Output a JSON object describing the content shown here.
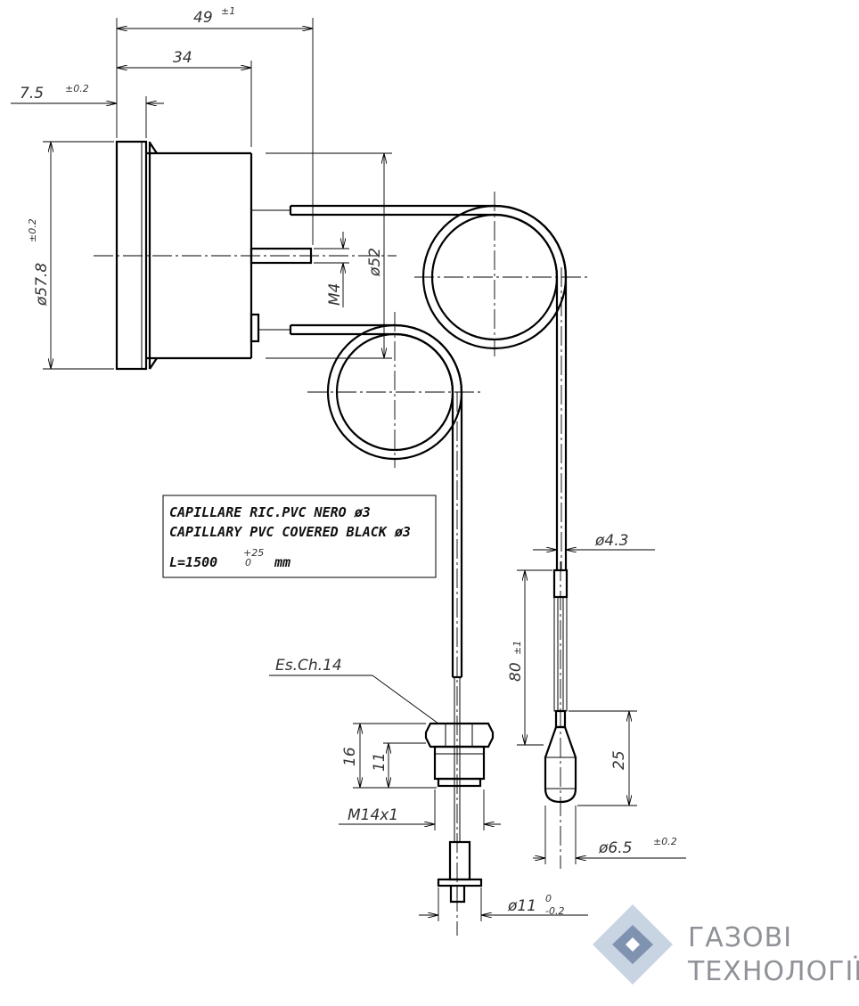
{
  "dimensions": {
    "overall_length": "49",
    "overall_length_tol": "±1",
    "body_depth": "34",
    "bezel": "7.5",
    "bezel_tol": "±0.2",
    "case_diameter": "ø57.8",
    "case_diameter_tol": "±0.2",
    "bolt_circle": "ø52",
    "stud_thread": "M4",
    "capillary_diameter": "ø4.3",
    "bulb_length": "80",
    "bulb_length_tol": "±1",
    "bulb_tip": "25",
    "bulb_diameter": "ø6.5",
    "bulb_diameter_tol": "±0.2",
    "nut_height": "16",
    "thread_height": "11",
    "fitting_thread": "M14x1",
    "flange_diameter": "ø11",
    "flange_tol_upper": "0",
    "flange_tol_lower": "-0.2",
    "hex_label": "Es.Ch.14"
  },
  "note": {
    "line1": "CAPILLARE RIC.PVC NERO ø3",
    "line2": "CAPILLARY PVC COVERED BLACK ø3",
    "length_prefix": "L=1500",
    "length_tol_upper": "+25",
    "length_tol_lower": "0",
    "length_unit": "mm"
  },
  "logo": {
    "line1": "ГАЗОВІ",
    "line2": "ТЕХНОЛОГІЇ",
    "color_light": "#c9d4e2",
    "color_dark": "#7f93b1"
  }
}
